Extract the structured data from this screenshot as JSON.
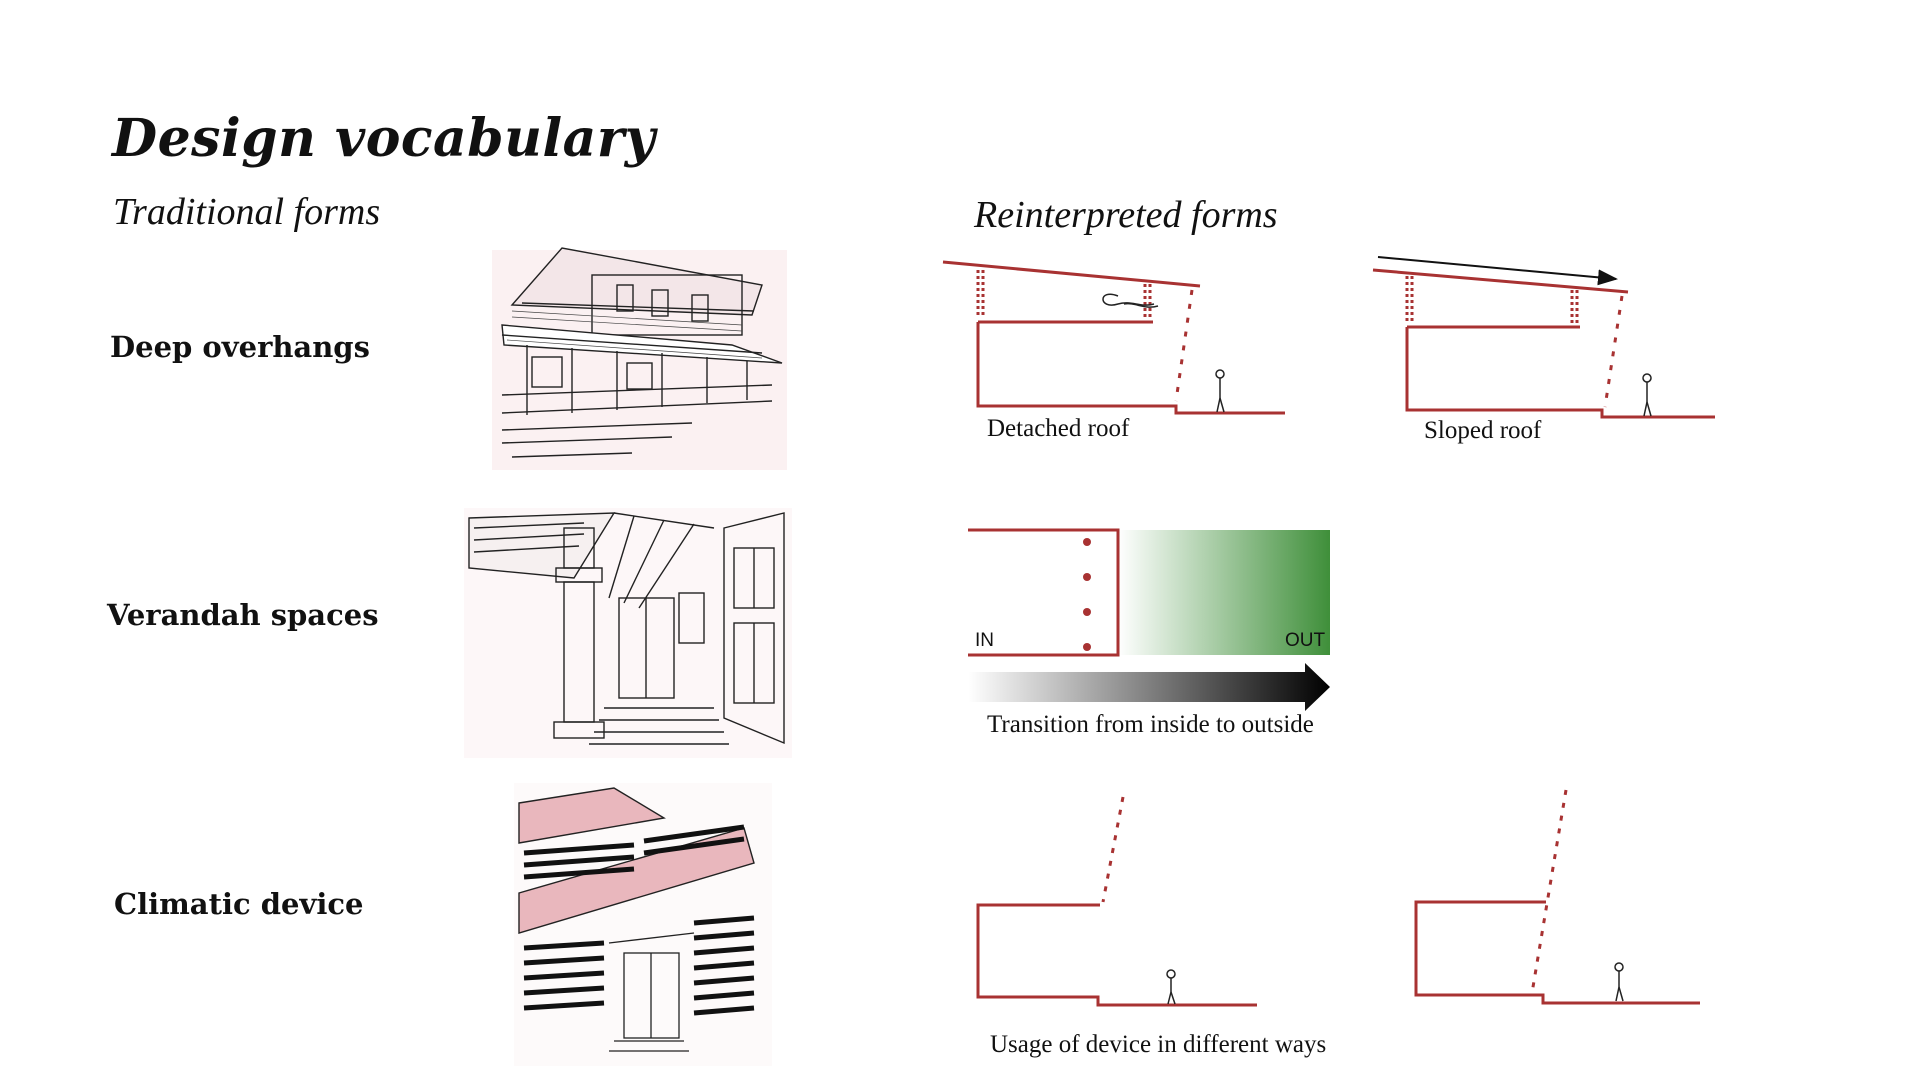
{
  "title": "Design vocabulary",
  "columns": {
    "traditional": "Traditional forms",
    "reinterpreted": "Reinterpreted forms"
  },
  "rows": [
    {
      "label": "Deep overhangs",
      "captions": [
        "Detached roof",
        "Sloped roof"
      ]
    },
    {
      "label": "Verandah spaces",
      "diagram_labels": {
        "in": "IN",
        "out": "OUT"
      },
      "captions": [
        "Transition from inside to outside"
      ]
    },
    {
      "label": "Climatic device",
      "captions": [
        "Usage of device in different ways"
      ]
    }
  ],
  "colors": {
    "diagram_line": "#a83232",
    "green": "#3f8f3a",
    "arrow": "#000000",
    "roof_tint": "#e9b7bd"
  }
}
